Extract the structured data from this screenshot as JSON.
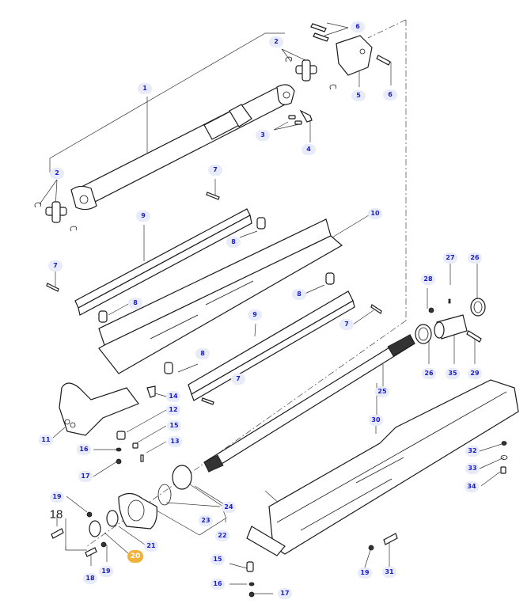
{
  "diagram": {
    "callouts": [
      {
        "id": "c1",
        "label": "1"
      },
      {
        "id": "c2a",
        "label": "2"
      },
      {
        "id": "c2b",
        "label": "2"
      },
      {
        "id": "c3",
        "label": "3"
      },
      {
        "id": "c4",
        "label": "4"
      },
      {
        "id": "c5",
        "label": "5"
      },
      {
        "id": "c6a",
        "label": "6"
      },
      {
        "id": "c6b",
        "label": "6"
      },
      {
        "id": "c7a",
        "label": "7"
      },
      {
        "id": "c7b",
        "label": "7"
      },
      {
        "id": "c7c",
        "label": "7"
      },
      {
        "id": "c7d",
        "label": "7"
      },
      {
        "id": "c8a",
        "label": "8"
      },
      {
        "id": "c8b",
        "label": "8"
      },
      {
        "id": "c8c",
        "label": "8"
      },
      {
        "id": "c8d",
        "label": "8"
      },
      {
        "id": "c9a",
        "label": "9"
      },
      {
        "id": "c9b",
        "label": "9"
      },
      {
        "id": "c10",
        "label": "10"
      },
      {
        "id": "c11",
        "label": "11"
      },
      {
        "id": "c12",
        "label": "12"
      },
      {
        "id": "c13",
        "label": "13"
      },
      {
        "id": "c14",
        "label": "14"
      },
      {
        "id": "c15a",
        "label": "15"
      },
      {
        "id": "c15b",
        "label": "15"
      },
      {
        "id": "c16a",
        "label": "16"
      },
      {
        "id": "c16b",
        "label": "16"
      },
      {
        "id": "c17a",
        "label": "17"
      },
      {
        "id": "c17b",
        "label": "17"
      },
      {
        "id": "c18",
        "label": "18"
      },
      {
        "id": "c19a",
        "label": "19"
      },
      {
        "id": "c19b",
        "label": "19"
      },
      {
        "id": "c19c",
        "label": "19"
      },
      {
        "id": "c20",
        "label": "20",
        "highlighted": true
      },
      {
        "id": "c21",
        "label": "21"
      },
      {
        "id": "c22",
        "label": "22"
      },
      {
        "id": "c23",
        "label": "23"
      },
      {
        "id": "c24",
        "label": "24"
      },
      {
        "id": "c25",
        "label": "25"
      },
      {
        "id": "c26a",
        "label": "26"
      },
      {
        "id": "c26b",
        "label": "26"
      },
      {
        "id": "c27",
        "label": "27"
      },
      {
        "id": "c28",
        "label": "28"
      },
      {
        "id": "c29",
        "label": "29"
      },
      {
        "id": "c30",
        "label": "30"
      },
      {
        "id": "c31",
        "label": "31"
      },
      {
        "id": "c32",
        "label": "32"
      },
      {
        "id": "c33",
        "label": "33"
      },
      {
        "id": "c34",
        "label": "34"
      },
      {
        "id": "c35",
        "label": "35"
      }
    ],
    "plain_labels": [
      {
        "id": "p18",
        "label": "18"
      }
    ],
    "colors": {
      "callout_text": "#1c1cc8",
      "callout_bg": "#e8ecfa",
      "highlight": "#f0b23a",
      "line": "#1a1a1a"
    }
  }
}
